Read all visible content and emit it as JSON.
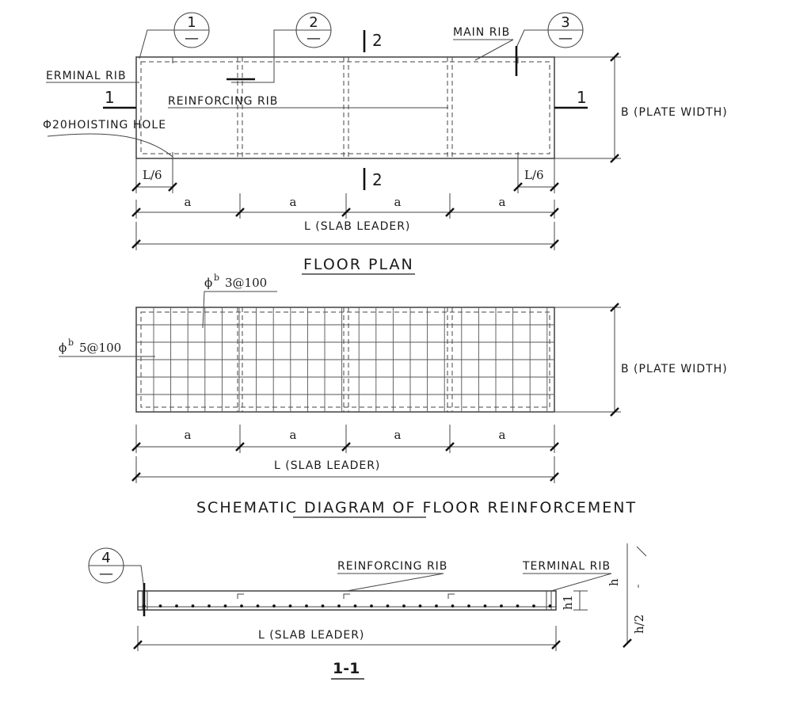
{
  "floor_plan": {
    "title": "FLOOR PLAN",
    "callouts": [
      {
        "num": "1",
        "sub": "—"
      },
      {
        "num": "2",
        "sub": "—"
      },
      {
        "num": "3",
        "sub": "—"
      }
    ],
    "labels": {
      "terminal_rib": "ERMINAL RIB",
      "main_rib": "MAIN RIB",
      "reinforcing_rib": "REINFORCING RIB",
      "hoisting_hole": "Φ20HOISTING HOLE",
      "plate_width": "B (PLATE WIDTH)",
      "slab_length": "L (SLAB LEADER)",
      "sixth_left": "L/6",
      "sixth_right": "L/6",
      "spacings": [
        "a",
        "a",
        "a",
        "a"
      ]
    },
    "section_marks": {
      "left": "1",
      "right": "1",
      "top": "2",
      "bottom": "2"
    }
  },
  "reinforcement": {
    "title": "SCHEMATIC DIAGRAM OF FLOOR REINFORCEMENT",
    "bar_top": {
      "sym": "ϕ",
      "sup": "b",
      "spec": "3@100"
    },
    "bar_side": {
      "sym": "ϕ",
      "sup": "b",
      "spec": "5@100"
    },
    "plate_width": "B (PLATE WIDTH)",
    "slab_length": "L (SLAB LEADER)",
    "spacings": [
      "a",
      "a",
      "a",
      "a"
    ]
  },
  "section": {
    "title": "1-1",
    "callout": {
      "num": "4",
      "sub": "—"
    },
    "reinforcing_rib": "REINFORCING RIB",
    "terminal_rib": "TERMINAL RIB",
    "slab_length": "L (SLAB LEADER)",
    "h": "h",
    "h1": "h1",
    "h_half": "h/2"
  }
}
